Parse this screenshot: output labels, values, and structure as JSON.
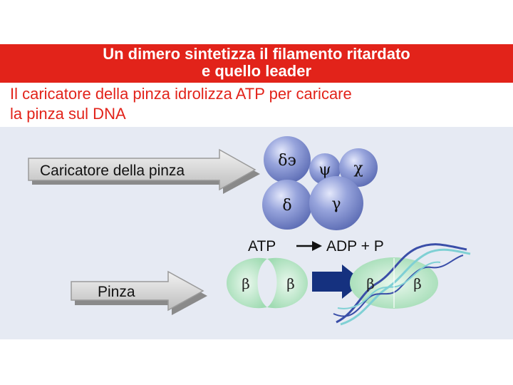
{
  "banner": {
    "line1": "Un dimero sintetizza il filamento ritardato",
    "line2": "e quello leader"
  },
  "subtitle": {
    "line1": "Il caricatore della pinza idrolizza ATP per caricare",
    "line2": "la pinza sul DNA"
  },
  "diagram": {
    "clamp_loader_label": "Caricatore della pinza",
    "clamp_label": "Pinza",
    "subunits": {
      "delta_prime": "δэ",
      "psi": "ψ",
      "chi": "χ",
      "delta": "δ",
      "gamma": "γ"
    },
    "beta": "β",
    "reaction": {
      "reactant": "ATP",
      "products": "ADP + P"
    },
    "colors": {
      "banner_red": "#e2231a",
      "subunit_blue": "#7f8fd0",
      "clamp_green": "#b7e6c4",
      "arrow_blue": "#15317f",
      "dna_blue": "#3a4ea8",
      "dna_cyan": "#7fd0d4"
    }
  }
}
